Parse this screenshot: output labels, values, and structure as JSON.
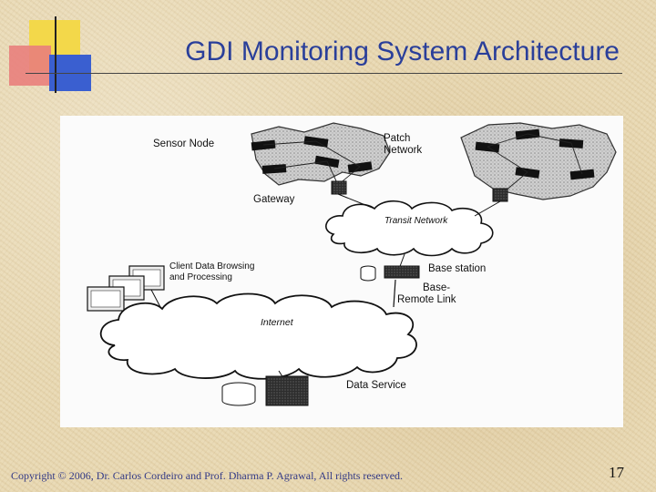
{
  "slide": {
    "title": "GDI Monitoring System Architecture",
    "footer": "Copyright © 2006, Dr. Carlos Cordeiro and Prof. Dharma P. Agrawal,  All rights reserved.",
    "page_number": "17"
  },
  "diagram": {
    "labels": {
      "sensor_node": "Sensor Node",
      "patch_network_1": "Patch",
      "patch_network_2": "Network",
      "gateway": "Gateway",
      "transit_network": "Transit Network",
      "client_1": "Client  Data  Browsing",
      "client_2": "and Processing",
      "base_station": "Base station",
      "base_remote_1": "Base-",
      "base_remote_2": "Remote Link",
      "internet": "Internet",
      "data_service": "Data Service"
    }
  },
  "colors": {
    "title": "#2a3f9a",
    "accent_yellow": "#f3d84a",
    "accent_red": "#e9807c",
    "accent_blue": "#3a5fd0"
  }
}
